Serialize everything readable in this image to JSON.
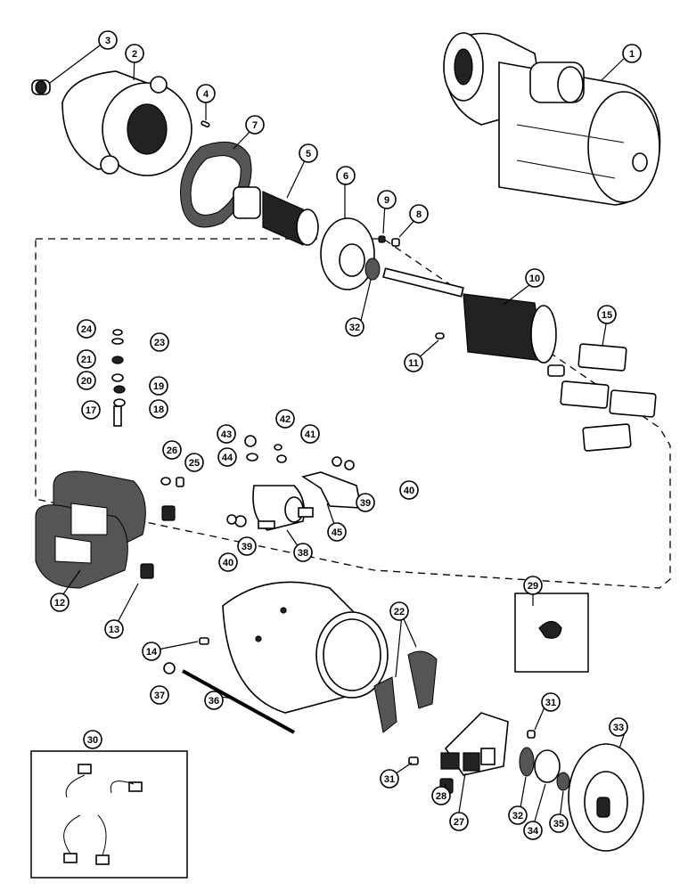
{
  "callouts": [
    {
      "id": "c1",
      "label": "1"
    },
    {
      "id": "c2",
      "label": "2"
    },
    {
      "id": "c3",
      "label": "3"
    },
    {
      "id": "c4",
      "label": "4"
    },
    {
      "id": "c5",
      "label": "5"
    },
    {
      "id": "c6",
      "label": "6"
    },
    {
      "id": "c7",
      "label": "7"
    },
    {
      "id": "c8",
      "label": "8"
    },
    {
      "id": "c9",
      "label": "9"
    },
    {
      "id": "c10",
      "label": "10"
    },
    {
      "id": "c11",
      "label": "11"
    },
    {
      "id": "c12",
      "label": "12"
    },
    {
      "id": "c13",
      "label": "13"
    },
    {
      "id": "c14",
      "label": "14"
    },
    {
      "id": "c15",
      "label": "15"
    },
    {
      "id": "c17",
      "label": "17"
    },
    {
      "id": "c18",
      "label": "18"
    },
    {
      "id": "c19",
      "label": "19"
    },
    {
      "id": "c20",
      "label": "20"
    },
    {
      "id": "c21",
      "label": "21"
    },
    {
      "id": "c22",
      "label": "22"
    },
    {
      "id": "c23",
      "label": "23"
    },
    {
      "id": "c24",
      "label": "24"
    },
    {
      "id": "c25",
      "label": "25"
    },
    {
      "id": "c26",
      "label": "26"
    },
    {
      "id": "c27",
      "label": "27"
    },
    {
      "id": "c28",
      "label": "28"
    },
    {
      "id": "c29",
      "label": "29"
    },
    {
      "id": "c30",
      "label": "30"
    },
    {
      "id": "c31a",
      "label": "31"
    },
    {
      "id": "c31b",
      "label": "31"
    },
    {
      "id": "c32a",
      "label": "32"
    },
    {
      "id": "c32b",
      "label": "32"
    },
    {
      "id": "c33",
      "label": "33"
    },
    {
      "id": "c34",
      "label": "34"
    },
    {
      "id": "c35",
      "label": "35"
    },
    {
      "id": "c36",
      "label": "36"
    },
    {
      "id": "c37",
      "label": "37"
    },
    {
      "id": "c38",
      "label": "38"
    },
    {
      "id": "c39a",
      "label": "39"
    },
    {
      "id": "c39b",
      "label": "39"
    },
    {
      "id": "c40a",
      "label": "40"
    },
    {
      "id": "c40b",
      "label": "40"
    },
    {
      "id": "c41",
      "label": "41"
    },
    {
      "id": "c42",
      "label": "42"
    },
    {
      "id": "c43",
      "label": "43"
    },
    {
      "id": "c44",
      "label": "44"
    },
    {
      "id": "c45",
      "label": "45"
    }
  ]
}
